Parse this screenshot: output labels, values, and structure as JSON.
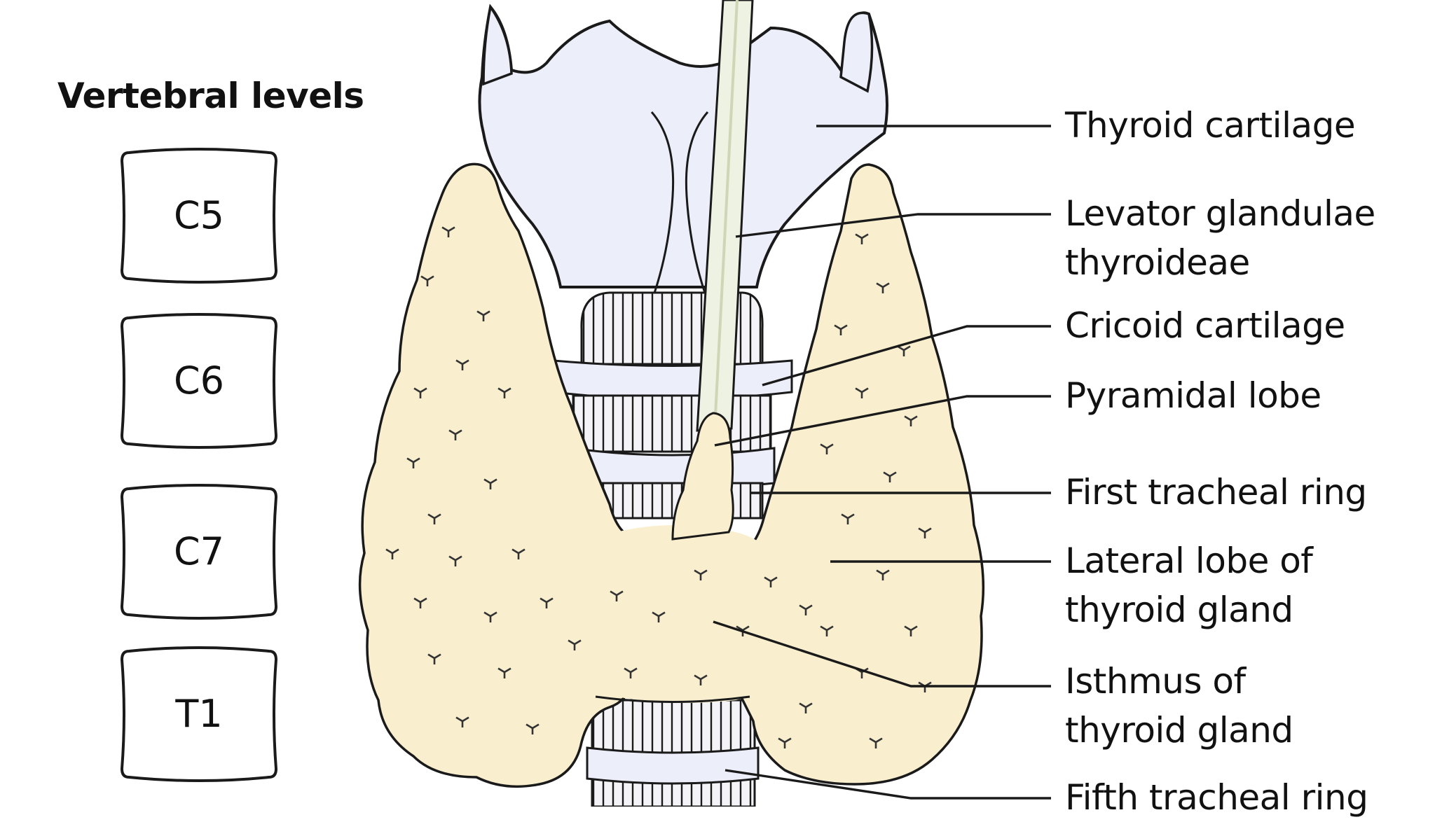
{
  "vertebral": {
    "heading": "Vertebral levels",
    "levels": [
      "C5",
      "C6",
      "C7",
      "T1"
    ]
  },
  "labels": {
    "thyroid_cartilage": "Thyroid cartilage",
    "levator_line1": "Levator glandulae",
    "levator_line2": "thyroideae",
    "cricoid_cartilage": "Cricoid cartilage",
    "pyramidal_lobe": "Pyramidal lobe",
    "first_tracheal_ring": "First tracheal ring",
    "lateral_lobe_line1": "Lateral lobe of",
    "lateral_lobe_line2": "thyroid gland",
    "isthmus_line1": "Isthmus of",
    "isthmus_line2": "thyroid gland",
    "fifth_tracheal_ring": "Fifth tracheal ring"
  },
  "colors": {
    "gland_fill": "#f9efcf",
    "gland_shadow": "#e6d7a8",
    "cartilage_fill": "#eceefa",
    "outline": "#1a1a1a",
    "levator_fill": "#eef2e2"
  }
}
